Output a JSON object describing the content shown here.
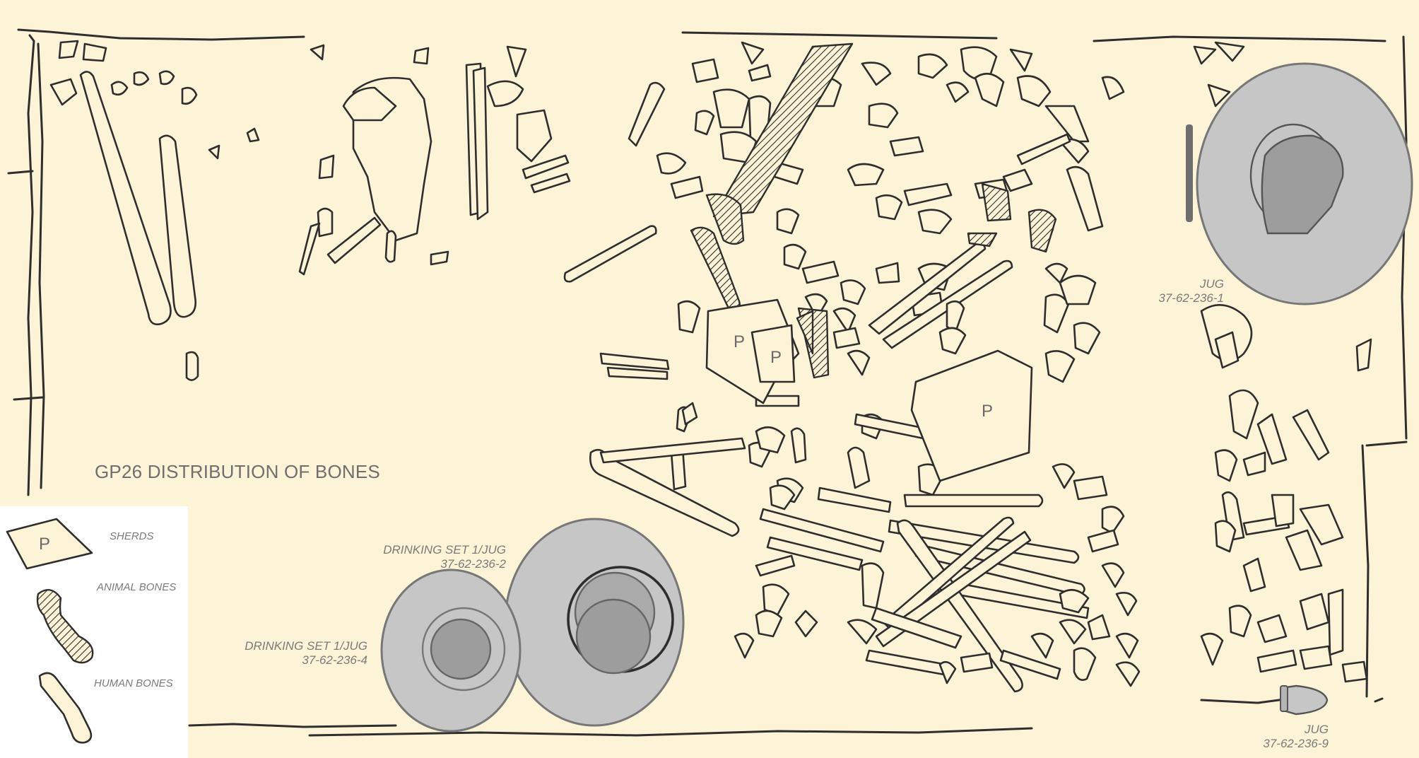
{
  "title": "GP26 DISTRIBUTION OF BONES",
  "legend": {
    "sherds": "SHERDS",
    "animal_bones": "ANIMAL BONES",
    "human_bones": "HUMAN BONES",
    "sherd_mark": "P"
  },
  "vessels": [
    {
      "name": "JUG",
      "id": "37-62-236-1"
    },
    {
      "name": "DRINKING SET 1/JUG",
      "id": "37-62-236-2"
    },
    {
      "name": "DRINKING SET 1/JUG",
      "id": "37-62-236-4"
    },
    {
      "name": "JUG",
      "id": "37-62-236-9"
    }
  ],
  "sherd_marks": [
    "P",
    "P",
    "P"
  ],
  "colors": {
    "background": "#fdf3d6",
    "vessel_fill": "#c6c6c6",
    "vessel_inner": "#9d9d9d",
    "outline": "#2e2e2e",
    "label": "#7a7a7a"
  }
}
